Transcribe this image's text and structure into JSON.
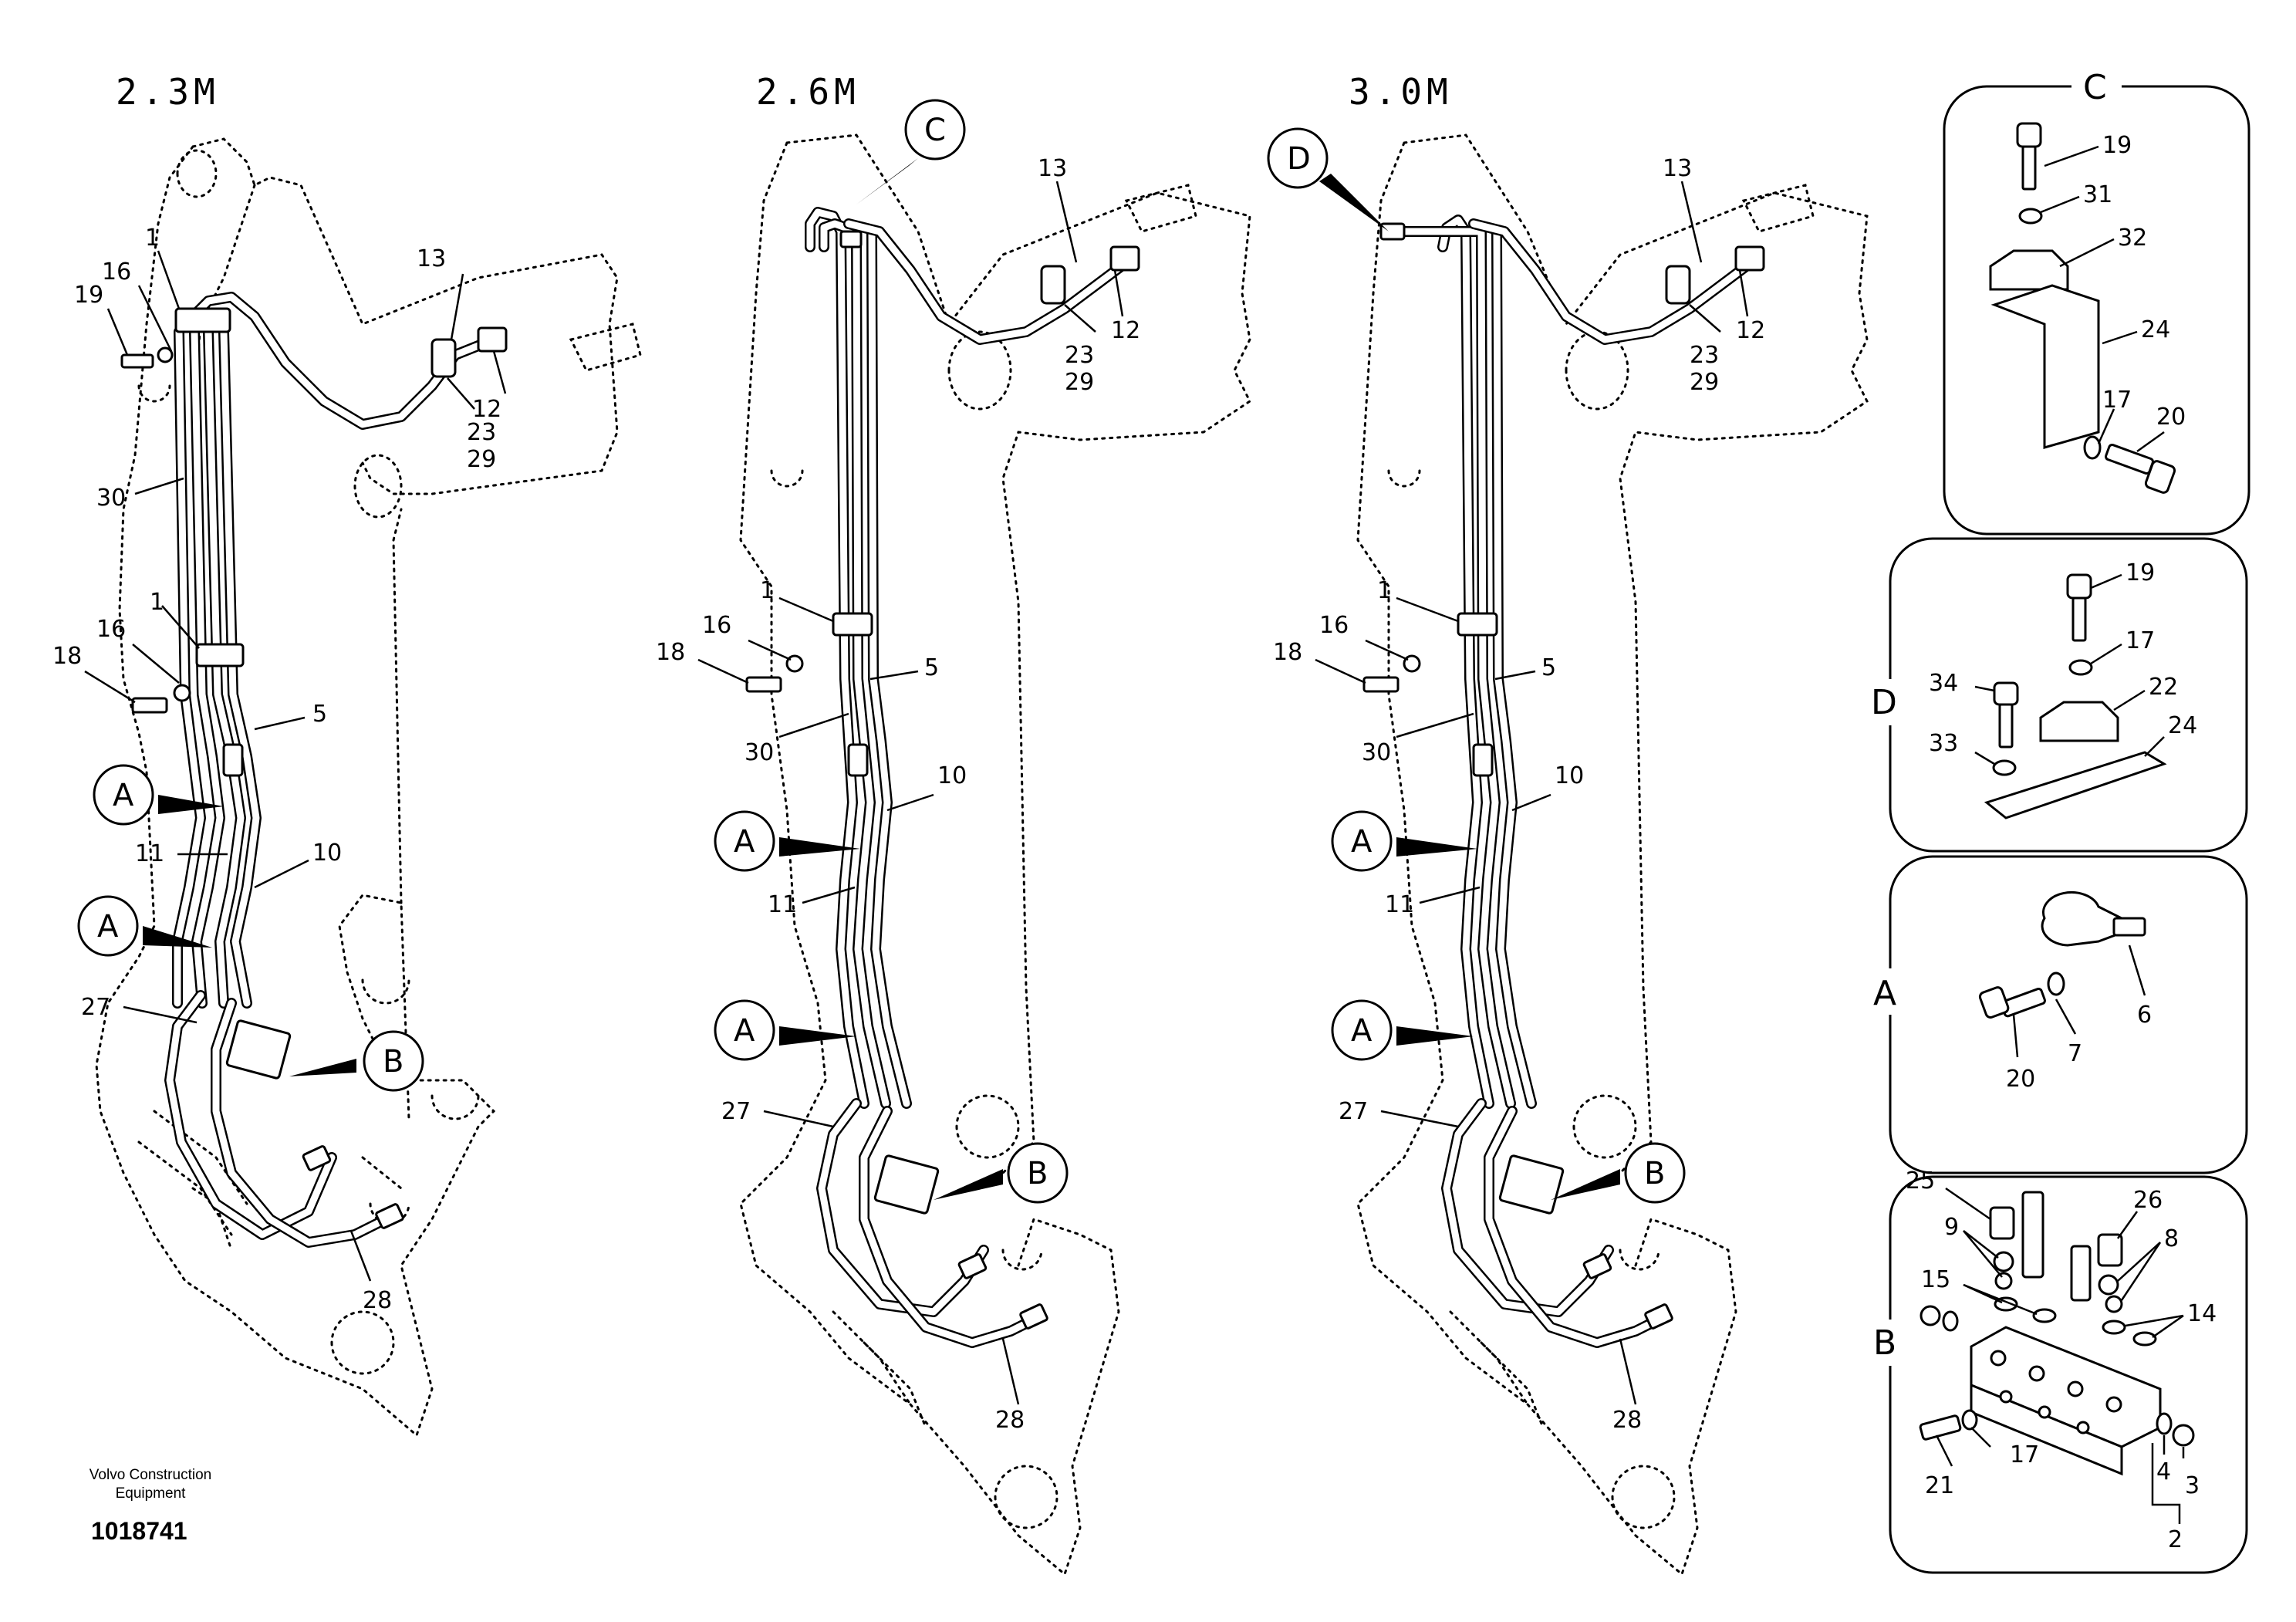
{
  "views": [
    {
      "title": "2.3M",
      "callouts": [
        "A",
        "A",
        "B"
      ]
    },
    {
      "title": "2.6M",
      "callouts": [
        "C",
        "A",
        "A",
        "B"
      ]
    },
    {
      "title": "3.0M",
      "callouts": [
        "D",
        "A",
        "A",
        "B"
      ]
    }
  ],
  "labels": {
    "l1": "1",
    "l5": "5",
    "l10": "10",
    "l11": "11",
    "l12": "12",
    "l13": "13",
    "l16": "16",
    "l18": "18",
    "l19": "19",
    "l23": "23",
    "l27": "27",
    "l28": "28",
    "l29": "29",
    "l30": "30"
  },
  "details": {
    "C": {
      "title": "C",
      "labels": [
        "19",
        "31",
        "32",
        "24",
        "17",
        "20"
      ]
    },
    "D": {
      "title": "D",
      "labels": [
        "19",
        "17",
        "34",
        "22",
        "33",
        "24"
      ]
    },
    "A": {
      "title": "A",
      "labels": [
        "6",
        "20",
        "7"
      ]
    },
    "B": {
      "title": "B",
      "labels": [
        "25",
        "26",
        "9",
        "8",
        "15",
        "14",
        "17",
        "21",
        "4",
        "3",
        "2"
      ]
    }
  },
  "footer": {
    "company": "Volvo Construction Equipment",
    "doc_number": "1018741"
  }
}
